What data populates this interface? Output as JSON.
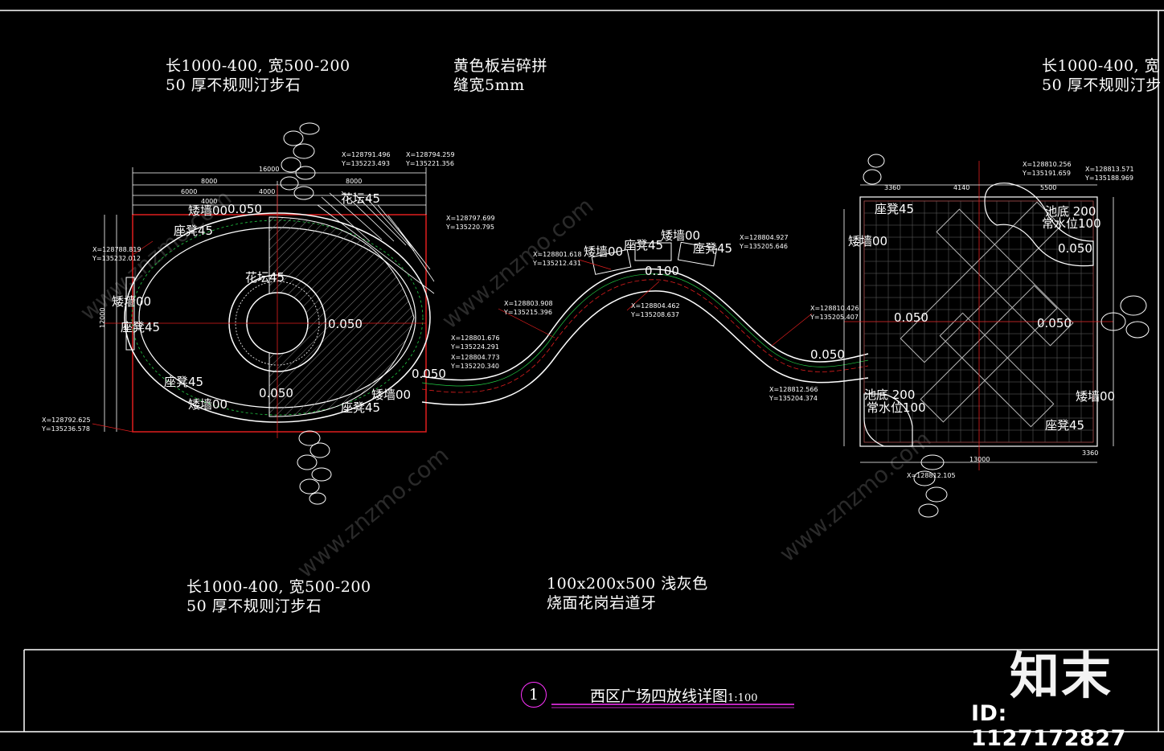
{
  "annotations": {
    "stepstone_top_left": [
      "长1000-400, 宽500-200",
      "50 厚不规则汀步石"
    ],
    "yellow_slab": [
      "黄色板岩碎拼",
      "缝宽5mm"
    ],
    "stepstone_top_right": [
      "长1000-400, 宽",
      "50 厚不规则汀步"
    ],
    "stepstone_bottom_left": [
      "长1000-400, 宽500-200",
      "50 厚不规则汀步石"
    ],
    "curb": [
      "100x200x500  浅灰色",
      "烧面花岗岩道牙"
    ]
  },
  "labels": {
    "low_wall": "矮墙00",
    "seat": "座凳45",
    "planter": "花坛45",
    "elev_050": "0.050",
    "elev_100": "0.100",
    "pool": "池底 200",
    "water_level": "常水位100"
  },
  "dimensions": {
    "d16000": "16000",
    "d8000": "8000",
    "d6000": "6000",
    "d4000": "4000",
    "d12000": "12000",
    "d13000": "13000",
    "d5500": "5500",
    "d4140": "4140",
    "d3360": "3360"
  },
  "coordinates": {
    "c1": "X=128791.496",
    "c1y": "Y=135223.493",
    "c2": "X=128794.259",
    "c2y": "Y=135221.356",
    "c3": "X=128797.699",
    "c3y": "Y=135220.795",
    "c4": "X=128788.819",
    "c4y": "Y=135232.012",
    "c5": "X=128792.625",
    "c5y": "Y=135236.578",
    "c6": "X=128801.618",
    "c6y": "Y=135212.431",
    "c7": "X=128803.908",
    "c7y": "Y=135215.396",
    "c8": "X=128804.462",
    "c8y": "Y=135208.637",
    "c9": "X=128804.927",
    "c9y": "Y=135205.646",
    "c10": "X=128810.426",
    "c10y": "Y=135205.407",
    "c11": "X=128812.566",
    "c11y": "Y=135204.374",
    "c12": "X=128810.256",
    "c12y": "Y=135191.659",
    "c13": "X=128813.571",
    "c13y": "Y=135188.969",
    "c14": "X=128812.105",
    "c15": "X=128801.676",
    "c15y": "Y=135224.291",
    "c16": "X=128804.773",
    "c16y": "Y=135220.340"
  },
  "title": {
    "number": "1",
    "text": "西区广场四放线详图",
    "scale": "1:100"
  },
  "branding": {
    "logo": "知末",
    "id": "ID: 1127172827",
    "watermark": "www.znzmo.com"
  },
  "colors": {
    "background": "#000000",
    "outline": "#ffffff",
    "green": "#22cc44",
    "red": "#e01e1e",
    "magenta": "#ff33ff",
    "grid": "#9a9a9a"
  }
}
